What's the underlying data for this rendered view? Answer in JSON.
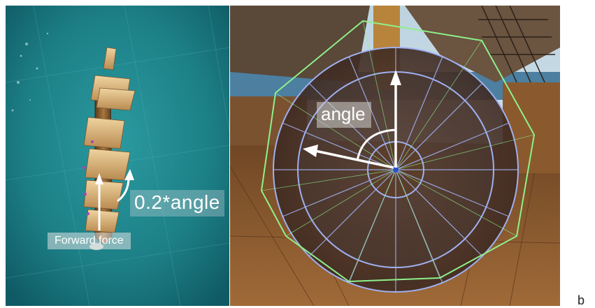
{
  "left_panel": {
    "turn_label": "0.2*angle",
    "force_label": "Forward force"
  },
  "right_panel": {
    "angle_label": "angle"
  },
  "panel_tag": "b",
  "colors": {
    "ocean": "#1d7f86",
    "ocean_dark": "#0f5a64",
    "deck": "#8a5a30",
    "sail": "#d9b37a",
    "wireframe": "#9fb0f0",
    "collider": "#8ef08a",
    "arrow": "#ffffff"
  }
}
